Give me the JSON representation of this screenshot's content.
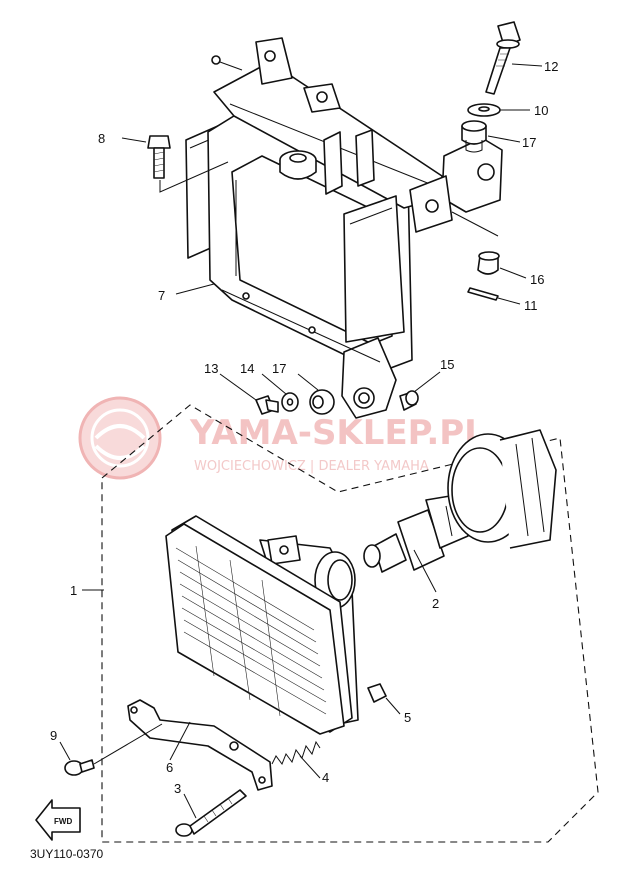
{
  "diagram": {
    "reference_code": "3UY110-0370",
    "callouts": [
      "12",
      "10",
      "17",
      "8",
      "16",
      "11",
      "7",
      "13",
      "14",
      "17",
      "15",
      "1",
      "2",
      "5",
      "9",
      "6",
      "4",
      "3"
    ]
  },
  "watermark": {
    "brand": "YAMA-SKLEP.PL",
    "tagline": "WOJCIECHOWICZ | DEALER YAMAHA"
  },
  "direction_badge": {
    "label": "FWD"
  }
}
